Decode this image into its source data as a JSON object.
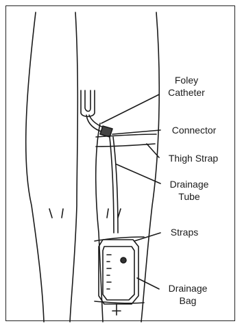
{
  "diagram": {
    "labels": {
      "foley_catheter": [
        "Foley",
        "Catheter"
      ],
      "connector": "Connector",
      "thigh_strap": "Thigh Strap",
      "drainage_tube": [
        "Drainage",
        "Tube"
      ],
      "straps": "Straps",
      "drainage_bag": [
        "Drainage",
        "Bag"
      ]
    },
    "line_color": "#1a1a1a"
  }
}
